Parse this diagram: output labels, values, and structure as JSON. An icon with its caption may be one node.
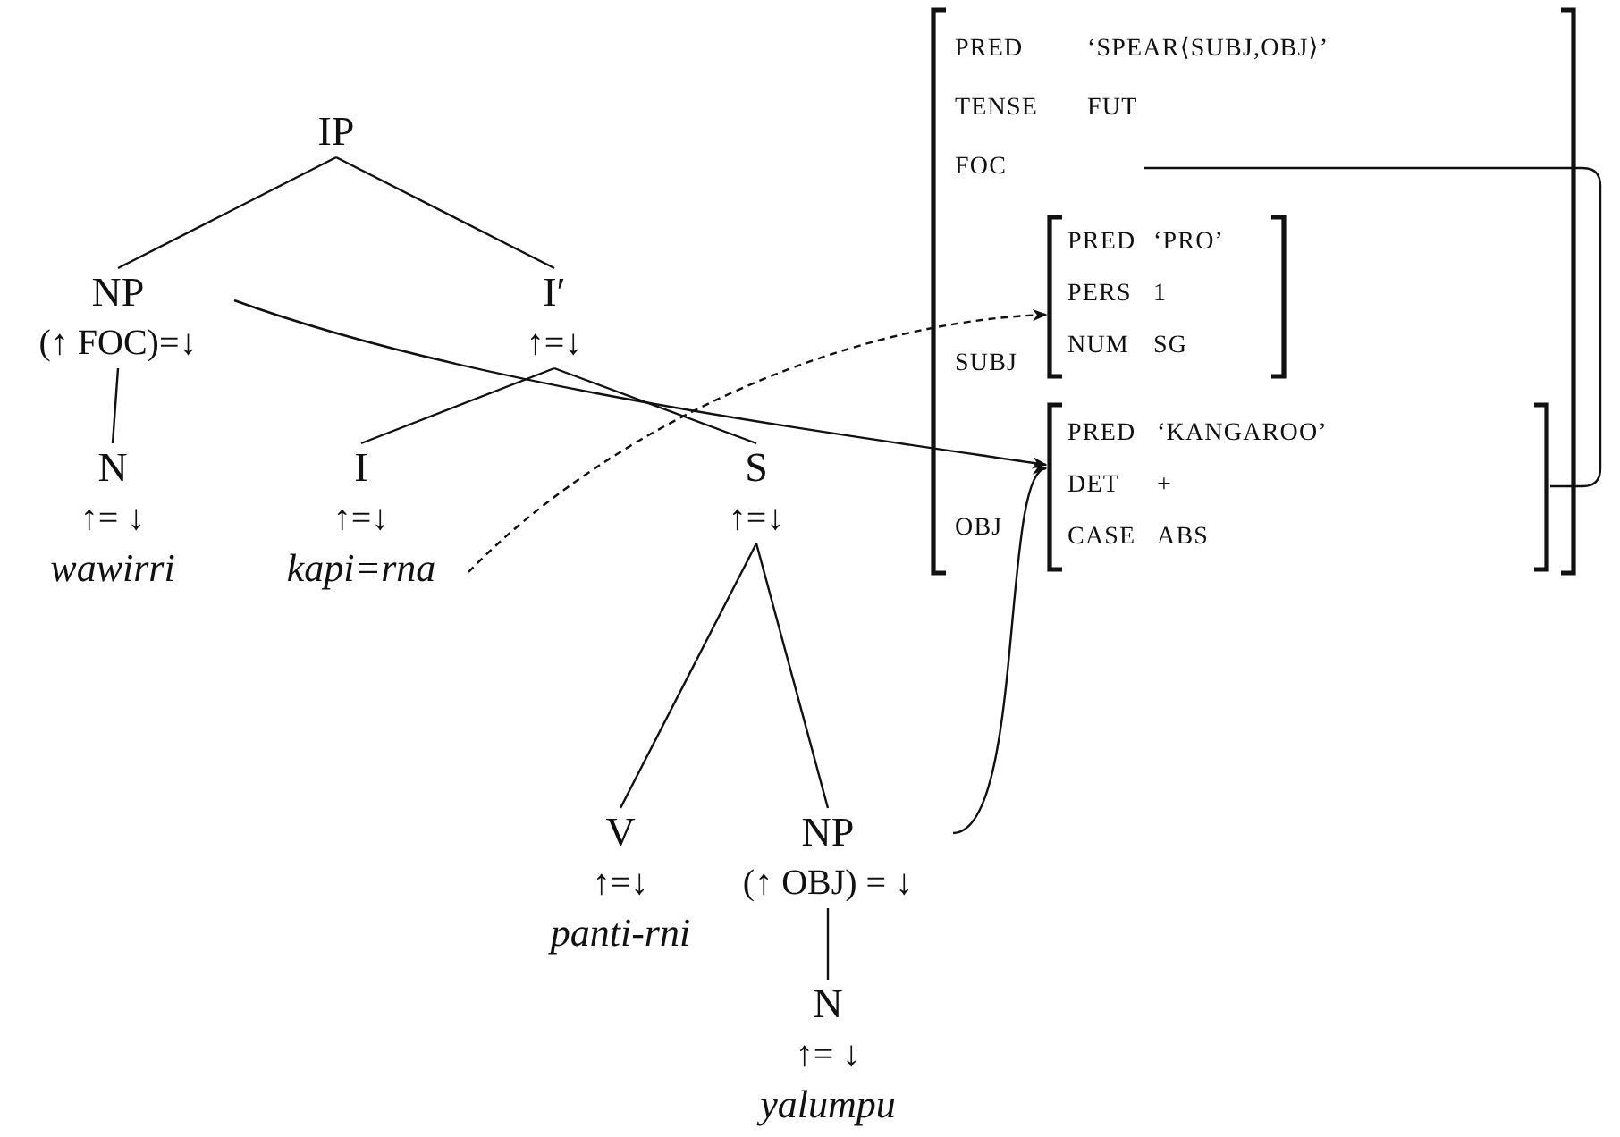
{
  "diagram": {
    "nodes": [
      {
        "text": [
          "IP"
        ]
      },
      {
        "text": [
          "NP",
          "(↑ FOC)=↓"
        ]
      },
      {
        "text": [
          "I′",
          "↑=↓"
        ]
      },
      {
        "text": [
          "N",
          "↑= ↓",
          "wawirri"
        ]
      },
      {
        "text": [
          "I",
          "↑=↓",
          "kapi=rna"
        ]
      },
      {
        "text": [
          "S",
          "↑=↓"
        ]
      },
      {
        "text": [
          "V",
          "↑=↓",
          "panti-rni"
        ]
      },
      {
        "text": [
          "NP",
          "(↑ OBJ) = ↓"
        ]
      },
      {
        "text": [
          "N",
          "↑= ↓",
          "yalumpu"
        ]
      },
      {
        "text": [
          "PRED",
          "‘SPEAR⟨SUBJ,OBJ⟩’",
          "TENSE",
          "FUT",
          "FOC",
          "SUBJ",
          "OBJ"
        ]
      },
      {
        "text": [
          "PRED",
          "‘PRO’",
          "PERS",
          "1",
          "NUM",
          "SG"
        ],
        "in": 9
      },
      {
        "text": [
          "PRED",
          "‘KANGAROO’",
          "DET",
          "+",
          "CASE",
          "ABS"
        ],
        "in": 9
      }
    ],
    "edges": [
      {
        "from": 0,
        "to": 1,
        "arrow": "none"
      },
      {
        "from": 0,
        "to": 2,
        "arrow": "none"
      },
      {
        "from": 1,
        "to": 3,
        "arrow": "none"
      },
      {
        "from": 2,
        "to": 4,
        "arrow": "none"
      },
      {
        "from": 2,
        "to": 5,
        "arrow": "none"
      },
      {
        "from": 5,
        "to": 6,
        "arrow": "none"
      },
      {
        "from": 5,
        "to": 7,
        "arrow": "none"
      },
      {
        "from": 7,
        "to": 8,
        "arrow": "none"
      },
      {
        "from": 1,
        "to": 11,
        "arrow": "to"
      },
      {
        "from": 4,
        "to": 10,
        "arrow": "to",
        "style": "dashed"
      },
      {
        "from": 7,
        "to": 11,
        "arrow": "to"
      },
      {
        "from": null,
        "to": 11,
        "arrow": "none"
      }
    ]
  }
}
